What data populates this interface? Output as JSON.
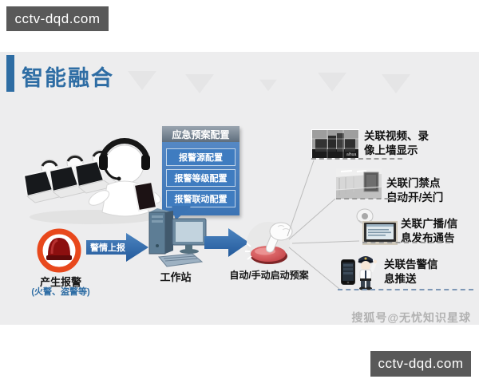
{
  "watermark_top": "cctv-dqd.com",
  "watermark_bottom": "cctv-dqd.com",
  "sohu_watermark": "搜狐号@无忧知识星球",
  "title": "智能融合",
  "callout": {
    "header": "应急预案配置",
    "items": [
      {
        "label": "报警源配置"
      },
      {
        "label": "报警等级配置"
      },
      {
        "label": "报警联动配置"
      }
    ]
  },
  "flow": {
    "alarm_title": "产生报警",
    "alarm_sub": "(火警、盗警等)",
    "report_arrow_label": "警情上报",
    "workstation_label": "工作站",
    "button_label": "自动/手动启动预案"
  },
  "outcomes": [
    {
      "label": "关联视频、录\n像上墙显示",
      "image": "video-wall"
    },
    {
      "label": "关联门禁点\n自动开/关门",
      "image": "corridor-door"
    },
    {
      "label": "关联广播/信\n息发布通告",
      "image": "broadcast-screen"
    },
    {
      "label": "关联告警信\n息推送",
      "image": "phone-and-officer"
    }
  ],
  "video_wall": {
    "logo": "alhua"
  },
  "colors": {
    "accent_blue": "#2e6da4",
    "callout_blue": "#3c74b4",
    "callout_header_gray": "#5f6e7d",
    "alarm_ring_orange": "#e8481c",
    "alarm_beacon_red": "#8c0f0f",
    "button_red": "#c53a3a",
    "slide_background": "#ededee",
    "watermark_gray": "#595959"
  }
}
